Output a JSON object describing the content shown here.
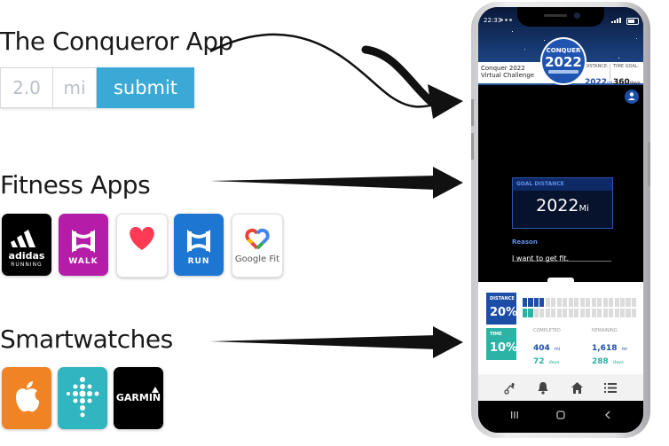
{
  "sections": {
    "app": {
      "title": "The Conqueror App",
      "distance_value": "2.0",
      "unit": "mi",
      "submit_label": "submit"
    },
    "fitness": {
      "title": "Fitness Apps",
      "icons": [
        {
          "name": "adidas-running-icon",
          "label1": "adidas",
          "label2": "RUNNING"
        },
        {
          "name": "ua-walk-icon",
          "label": "WALK"
        },
        {
          "name": "apple-health-icon"
        },
        {
          "name": "ua-run-icon",
          "label": "RUN"
        },
        {
          "name": "google-fit-icon",
          "label": "Google Fit"
        }
      ]
    },
    "watches": {
      "title": "Smartwatches",
      "icons": [
        {
          "name": "apple-watch-icon"
        },
        {
          "name": "fitbit-icon"
        },
        {
          "name": "garmin-icon",
          "label": "GARMIN"
        }
      ]
    }
  },
  "phone": {
    "status_time": "22:33",
    "banner": {
      "challenge_name": "Conquer 2022 Virtual Challenge",
      "badge_top": "CONQUER",
      "badge_year": "2022",
      "distance_label": "DISTANCE:",
      "distance_value": "2022",
      "distance_unit": "mi",
      "time_goal_label": "TIME GOAL:",
      "time_goal_value": "360",
      "time_goal_unit": "days"
    },
    "goal": {
      "label": "GOAL DISTANCE",
      "value": "2022",
      "unit": "Mi",
      "reason_label": "Reason",
      "reason_text": "I want to get fit."
    },
    "progress": {
      "distance_label": "DISTANCE",
      "distance_percent": "20%",
      "distance_fraction": 0.2,
      "time_label": "TIME",
      "time_percent": "10%",
      "time_fraction": 0.1,
      "completed_label": "COMPLETED",
      "completed_distance": "404",
      "completed_distance_unit": "mi",
      "completed_time": "72",
      "completed_time_unit": "days",
      "remaining_label": "REMAINING",
      "remaining_distance": "1,618",
      "remaining_distance_unit": "mi",
      "remaining_time": "288",
      "remaining_time_unit": "days"
    },
    "colors": {
      "accent_blue": "#1d4ea6",
      "accent_teal": "#2bb3a6",
      "submit_blue": "#3aa9d6"
    }
  }
}
